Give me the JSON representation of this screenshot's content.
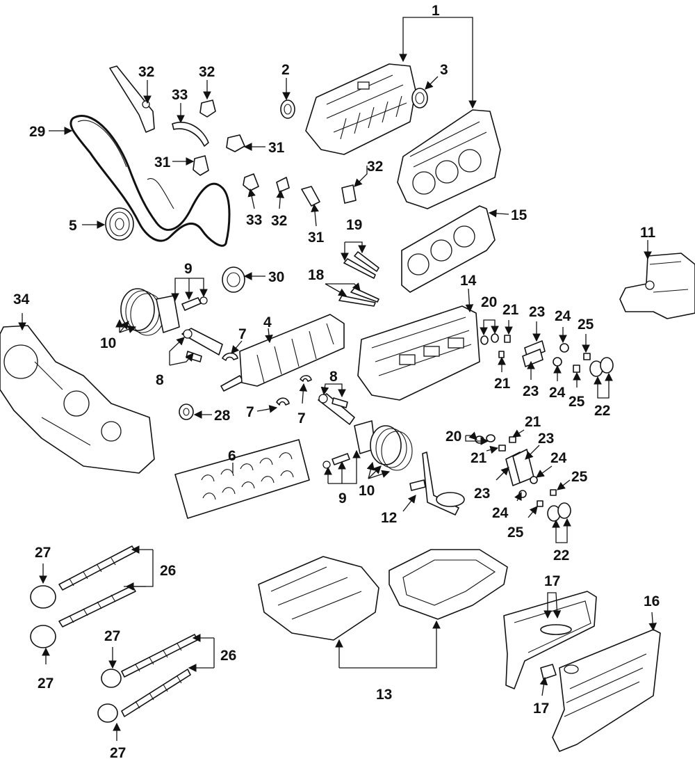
{
  "callouts": [
    {
      "id": "c1",
      "text": "1"
    },
    {
      "id": "c2",
      "text": "2"
    },
    {
      "id": "c3",
      "text": "3"
    },
    {
      "id": "c4",
      "text": "4"
    },
    {
      "id": "c5",
      "text": "5"
    },
    {
      "id": "c6",
      "text": "6"
    },
    {
      "id": "c7a",
      "text": "7"
    },
    {
      "id": "c7b",
      "text": "7"
    },
    {
      "id": "c7c",
      "text": "7"
    },
    {
      "id": "c8a",
      "text": "8"
    },
    {
      "id": "c8b",
      "text": "8"
    },
    {
      "id": "c9a",
      "text": "9"
    },
    {
      "id": "c9b",
      "text": "9"
    },
    {
      "id": "c10a",
      "text": "10"
    },
    {
      "id": "c10b",
      "text": "10"
    },
    {
      "id": "c11",
      "text": "11"
    },
    {
      "id": "c12",
      "text": "12"
    },
    {
      "id": "c13",
      "text": "13"
    },
    {
      "id": "c14",
      "text": "14"
    },
    {
      "id": "c15",
      "text": "15"
    },
    {
      "id": "c16",
      "text": "16"
    },
    {
      "id": "c17a",
      "text": "17"
    },
    {
      "id": "c17b",
      "text": "17"
    },
    {
      "id": "c18",
      "text": "18"
    },
    {
      "id": "c19",
      "text": "19"
    },
    {
      "id": "c20a",
      "text": "20"
    },
    {
      "id": "c20b",
      "text": "20"
    },
    {
      "id": "c21a",
      "text": "21"
    },
    {
      "id": "c21b",
      "text": "21"
    },
    {
      "id": "c21c",
      "text": "21"
    },
    {
      "id": "c21d",
      "text": "21"
    },
    {
      "id": "c22a",
      "text": "22"
    },
    {
      "id": "c22b",
      "text": "22"
    },
    {
      "id": "c23a",
      "text": "23"
    },
    {
      "id": "c23b",
      "text": "23"
    },
    {
      "id": "c23c",
      "text": "23"
    },
    {
      "id": "c23d",
      "text": "23"
    },
    {
      "id": "c24a",
      "text": "24"
    },
    {
      "id": "c24b",
      "text": "24"
    },
    {
      "id": "c24c",
      "text": "24"
    },
    {
      "id": "c24d",
      "text": "24"
    },
    {
      "id": "c25a",
      "text": "25"
    },
    {
      "id": "c25b",
      "text": "25"
    },
    {
      "id": "c25c",
      "text": "25"
    },
    {
      "id": "c25d",
      "text": "25"
    },
    {
      "id": "c26a",
      "text": "26"
    },
    {
      "id": "c26b",
      "text": "26"
    },
    {
      "id": "c27a",
      "text": "27"
    },
    {
      "id": "c27b",
      "text": "27"
    },
    {
      "id": "c27c",
      "text": "27"
    },
    {
      "id": "c27d",
      "text": "27"
    },
    {
      "id": "c28",
      "text": "28"
    },
    {
      "id": "c29",
      "text": "29"
    },
    {
      "id": "c30",
      "text": "30"
    },
    {
      "id": "c31a",
      "text": "31"
    },
    {
      "id": "c31b",
      "text": "31"
    },
    {
      "id": "c31c",
      "text": "31"
    },
    {
      "id": "c32a",
      "text": "32"
    },
    {
      "id": "c32b",
      "text": "32"
    },
    {
      "id": "c32c",
      "text": "32"
    },
    {
      "id": "c32d",
      "text": "32"
    },
    {
      "id": "c33a",
      "text": "33"
    },
    {
      "id": "c33b",
      "text": "33"
    },
    {
      "id": "c34",
      "text": "34"
    }
  ]
}
